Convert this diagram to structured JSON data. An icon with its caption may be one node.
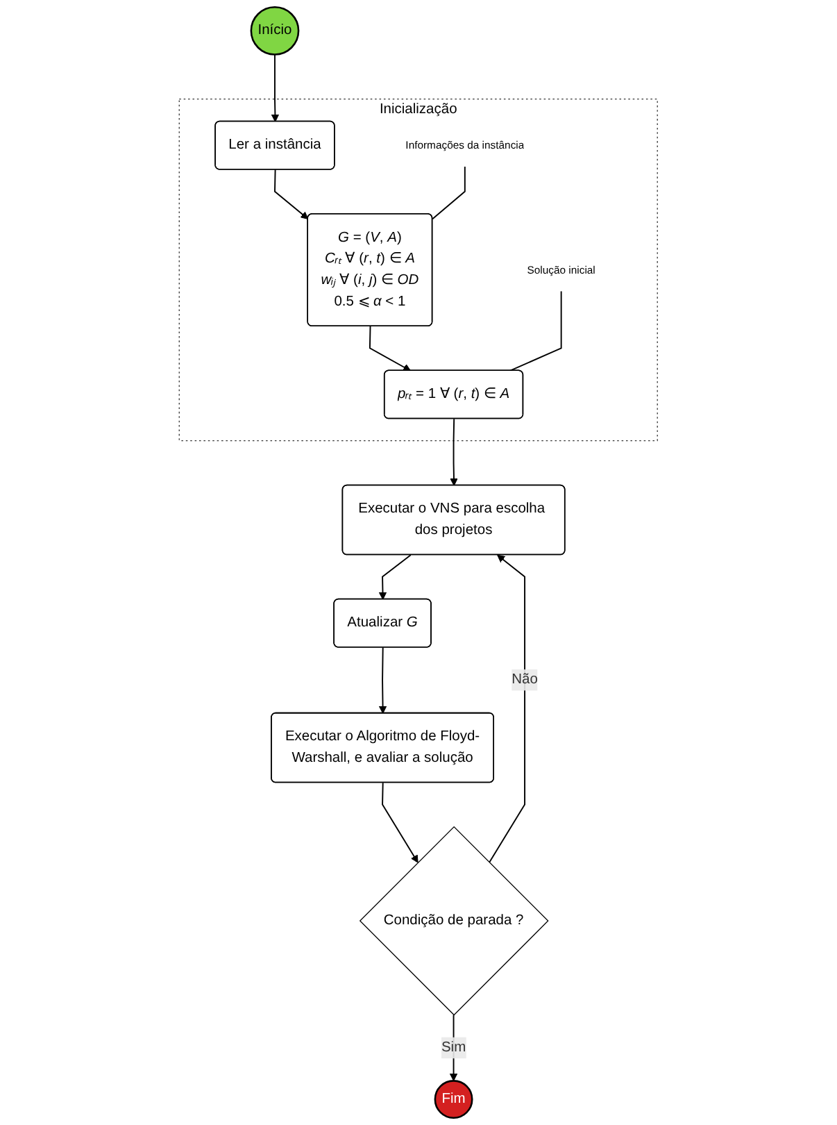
{
  "diagram": {
    "nodes": [
      {
        "text": [
          "Início"
        ]
      },
      {
        "text": [
          "Inicialização"
        ]
      },
      {
        "text": [
          "Ler a instância"
        ],
        "in": 1
      },
      {
        "text": [
          "*G* = (*V*, *A*)",
          "*Cᵣₜ* ∀ (*r*, *t*) ∈ *A*",
          "*wᵢⱼ* ∀ (*i*, *j*) ∈ *OD*",
          "0.5 ⩽ *α* < 1"
        ],
        "in": 1
      },
      {
        "text": [
          "Informações da instância"
        ],
        "in": 1
      },
      {
        "text": [
          "Solução inicial"
        ],
        "in": 1
      },
      {
        "text": [
          "*pᵣₜ* = 1 ∀ (*r*, *t*) ∈ *A*"
        ],
        "in": 1
      },
      {
        "text": [
          "Executar o VNS para escolha dos projetos"
        ]
      },
      {
        "text": [
          "Atualizar *G*"
        ]
      },
      {
        "text": [
          "Executar o Algoritmo de Floyd-Warshall, e avaliar a solução"
        ]
      },
      {
        "text": [
          "Condição de parada ?"
        ]
      },
      {
        "text": [
          "Fim"
        ]
      }
    ],
    "edges": [
      {
        "from": 0,
        "to": 2,
        "arrow": "to"
      },
      {
        "from": 2,
        "to": 3,
        "arrow": "to"
      },
      {
        "from": 4,
        "to": 3,
        "arrow": "none"
      },
      {
        "from": 3,
        "to": 6,
        "arrow": "to"
      },
      {
        "from": 5,
        "to": 6,
        "arrow": "none"
      },
      {
        "from": 6,
        "to": 7,
        "arrow": "to"
      },
      {
        "from": 7,
        "to": 8,
        "arrow": "to"
      },
      {
        "from": 8,
        "to": 9,
        "arrow": "to"
      },
      {
        "from": 9,
        "to": 10,
        "arrow": "to"
      },
      {
        "from": 10,
        "to": 7,
        "label": "Não",
        "arrow": "to"
      },
      {
        "from": 10,
        "to": 11,
        "label": "Sim",
        "arrow": "to"
      }
    ]
  }
}
